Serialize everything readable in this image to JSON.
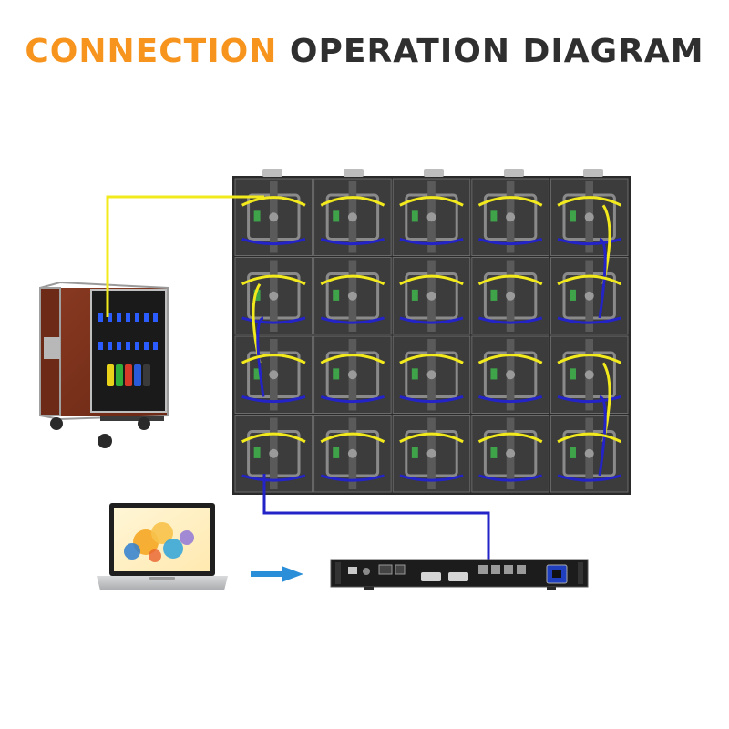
{
  "title": {
    "accent_word": "CONNECTION",
    "rest": "OPERATION DIAGRAM",
    "accent_color": "#f7941d",
    "text_color": "#2f2f2f"
  },
  "components": {
    "power_distribution_box": "flight-case-power-distributor",
    "led_wall": "led-cabinet-wall-5x4",
    "computer": "laptop",
    "controller": "led-sending-controller-1u"
  },
  "led_wall": {
    "columns": 5,
    "rows": 4
  },
  "colors": {
    "power_cable": "#f2ea1c",
    "signal_cable": "#2323c8",
    "data_flow_arrow": "#2a8fd8"
  }
}
